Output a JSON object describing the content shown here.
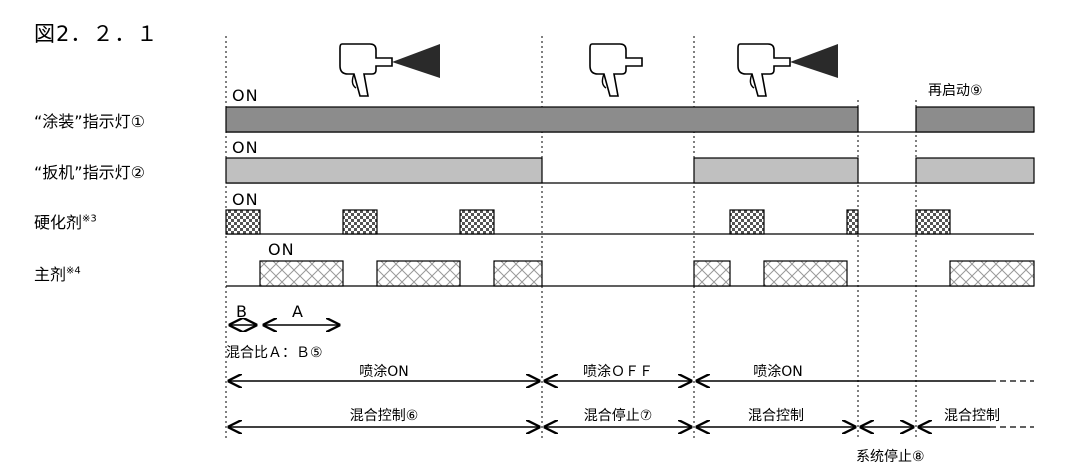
{
  "figure_title": "図2．２．１",
  "rows": {
    "painting_lamp": "“涂装”指示灯①",
    "trigger_lamp": "“扳机”指示灯②",
    "hardener": "硬化剂",
    "hardener_note": "※3",
    "base": "主剂",
    "base_note": "※4"
  },
  "on_labels": {
    "painting": "ON",
    "trigger": "ON",
    "hardener": "ON",
    "base": "ON"
  },
  "restart_label": "再启动⑨",
  "dimension": {
    "b": "B",
    "a": "A",
    "ratio": "混合比Ａ：Ｂ⑤"
  },
  "spray_phases": [
    "喷涂ON",
    "喷涂ＯＦＦ",
    "喷涂ON"
  ],
  "mix_phases": [
    "混合控制⑥",
    "混合停止⑦",
    "混合控制",
    "混合控制"
  ],
  "system_stop": "系统停止⑧",
  "colors": {
    "painting_bar": "#8c8c8c",
    "trigger_bar": "#c0c0c0",
    "line": "#000000"
  },
  "icons": [
    "spray-gun-spraying-icon",
    "spray-gun-idle-icon",
    "spray-gun-spraying-icon"
  ]
}
